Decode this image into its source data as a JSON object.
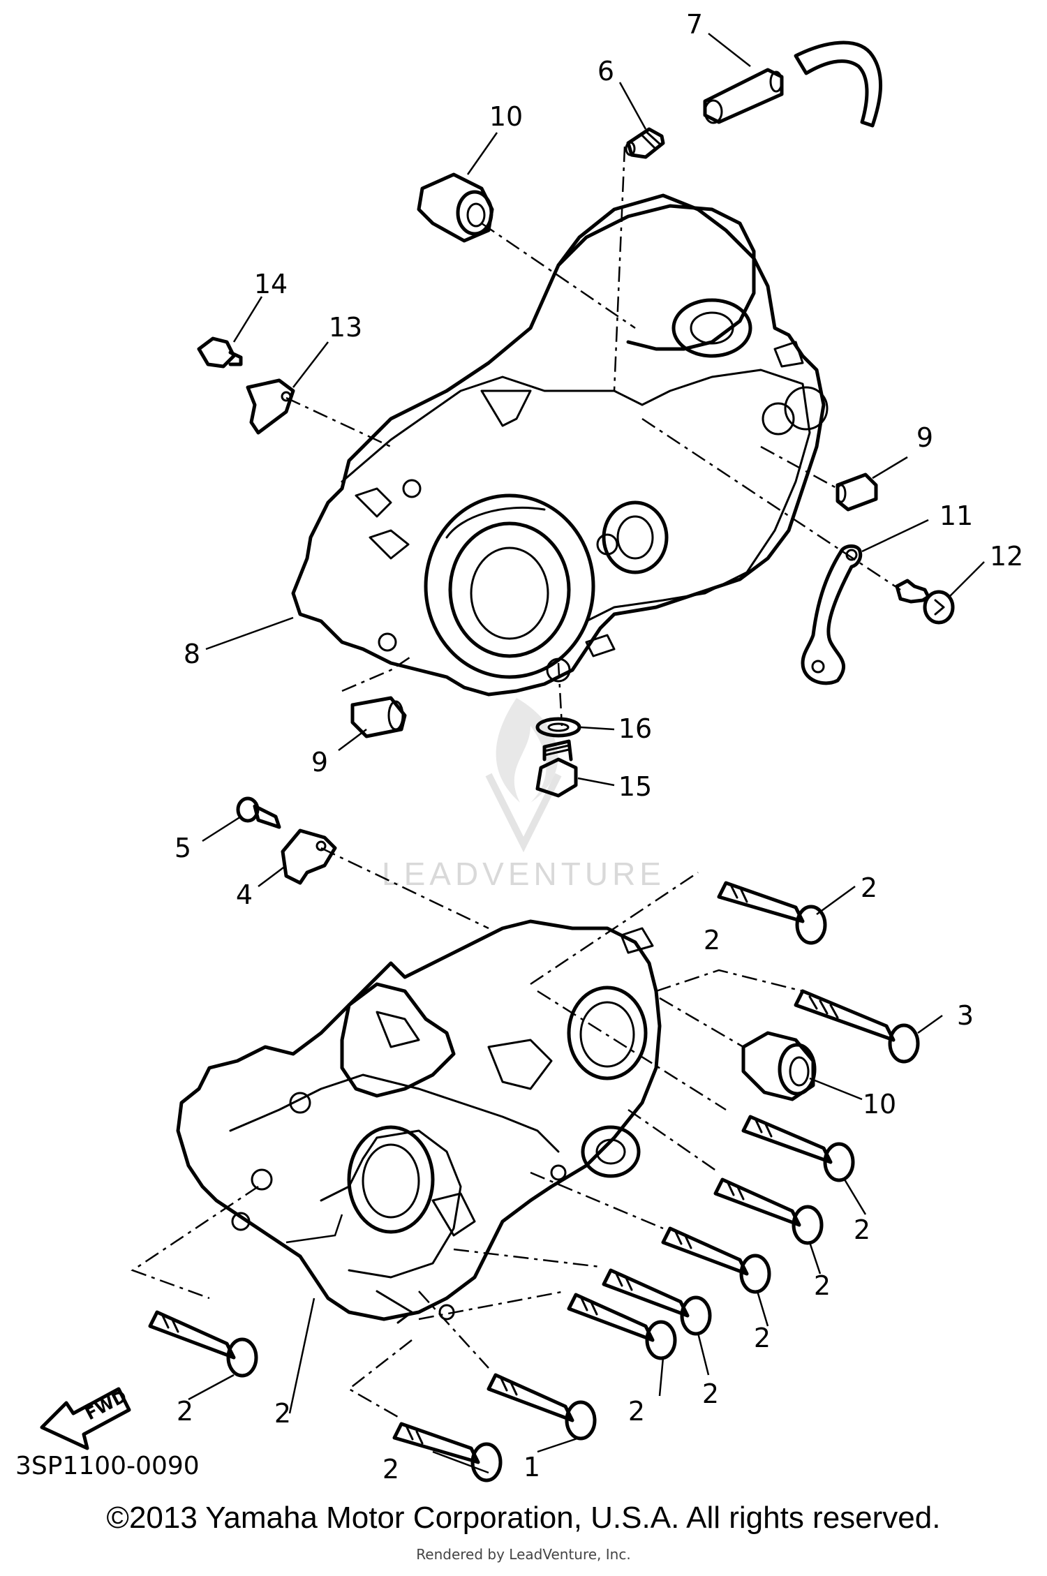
{
  "diagram": {
    "code": "3SP1100-0090",
    "fwd_label": "FWD",
    "watermark": "LEADVENTURE"
  },
  "callouts": [
    {
      "id": "c7",
      "text": "7"
    },
    {
      "id": "c6",
      "text": "6"
    },
    {
      "id": "c10a",
      "text": "10"
    },
    {
      "id": "c14",
      "text": "14"
    },
    {
      "id": "c13",
      "text": "13"
    },
    {
      "id": "c9a",
      "text": "9"
    },
    {
      "id": "c11",
      "text": "11"
    },
    {
      "id": "c12",
      "text": "12"
    },
    {
      "id": "c8",
      "text": "8"
    },
    {
      "id": "c16",
      "text": "16"
    },
    {
      "id": "c9b",
      "text": "9"
    },
    {
      "id": "c15",
      "text": "15"
    },
    {
      "id": "c5",
      "text": "5"
    },
    {
      "id": "c4",
      "text": "4"
    },
    {
      "id": "c2a",
      "text": "2"
    },
    {
      "id": "c3",
      "text": "3"
    },
    {
      "id": "c10b",
      "text": "10"
    },
    {
      "id": "c2b",
      "text": "2"
    },
    {
      "id": "c2c",
      "text": "2"
    },
    {
      "id": "c2d",
      "text": "2"
    },
    {
      "id": "c2e",
      "text": "2"
    },
    {
      "id": "c2f",
      "text": "2"
    },
    {
      "id": "c2g",
      "text": "2"
    },
    {
      "id": "c2h",
      "text": "2"
    },
    {
      "id": "c1",
      "text": "1"
    },
    {
      "id": "c2i",
      "text": "2"
    },
    {
      "id": "c2j",
      "text": "2"
    }
  ],
  "footer": {
    "copyright": "©2013 Yamaha Motor Corporation, U.S.A. All rights reserved.",
    "rendered_by": "Rendered by LeadVenture, Inc."
  }
}
